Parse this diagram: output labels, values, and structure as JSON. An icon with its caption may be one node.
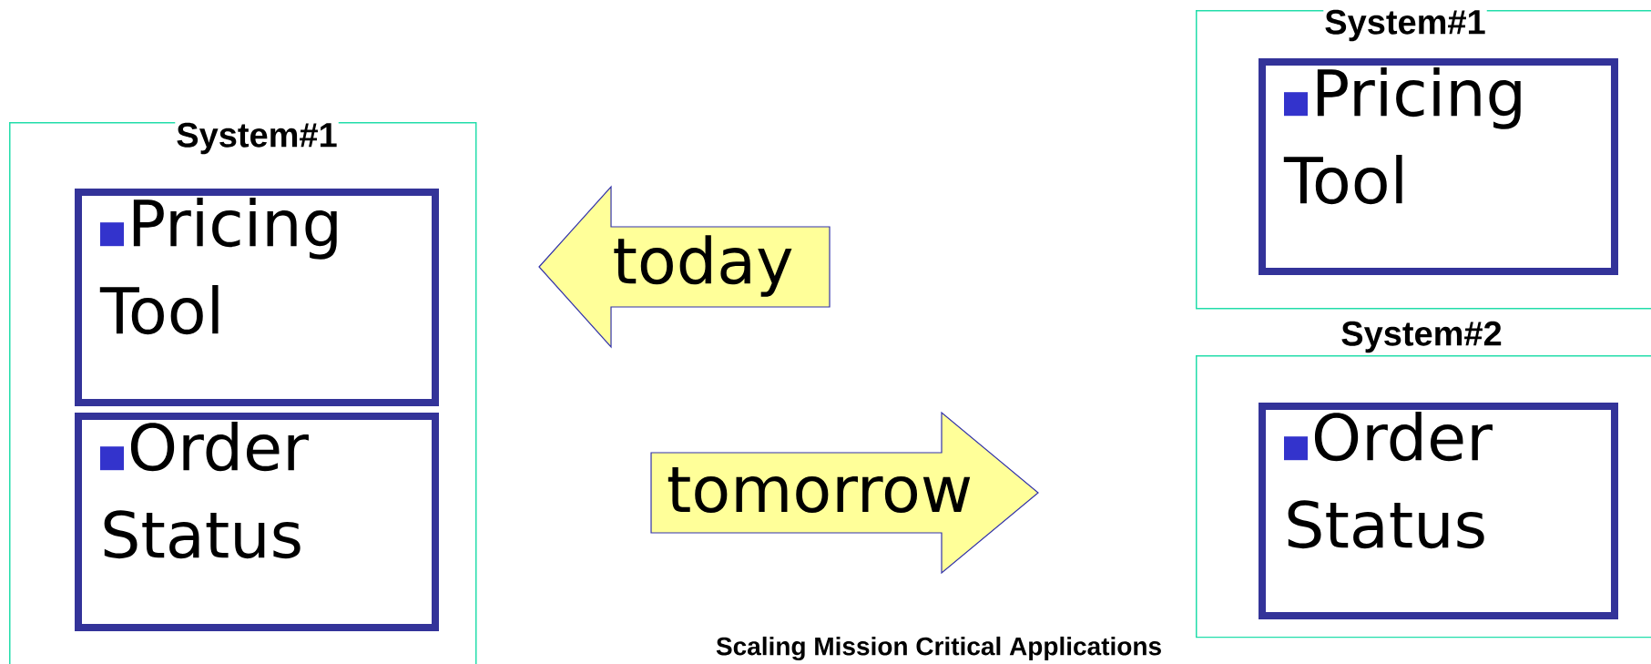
{
  "diagram": {
    "caption": "Scaling Mission Critical Applications",
    "nodes": [
      {
        "text": [
          "System#1"
        ]
      },
      {
        "text": [
          "Pricing Tool"
        ],
        "in": 0
      },
      {
        "text": [
          "Order Status"
        ],
        "in": 0
      },
      {
        "text": [
          "today"
        ]
      },
      {
        "text": [
          "tomorrow"
        ]
      },
      {
        "text": [
          "System#1"
        ]
      },
      {
        "text": [
          "Pricing Tool"
        ],
        "in": 5
      },
      {
        "text": [
          "System#2"
        ]
      },
      {
        "text": [
          "Order Status"
        ],
        "in": 7
      }
    ]
  }
}
